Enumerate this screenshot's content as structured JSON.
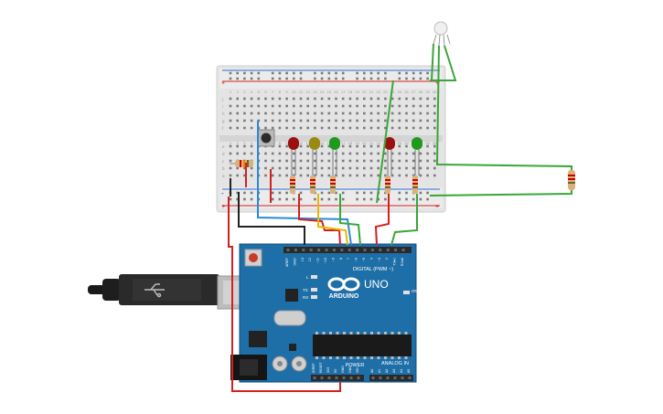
{
  "board": {
    "logo": "ARDUINO",
    "model": "UNO",
    "header_digital": "DIGITAL (PWM ~)",
    "header_power": "POWER",
    "header_analog": "ANALOG IN",
    "on_label": "ON",
    "l_label": "L",
    "tx_label": "TX",
    "rx_label": "RX",
    "digital_pins": [
      "AREF",
      "GND",
      "13",
      "12",
      "~11",
      "~10",
      "~9",
      "8",
      "7",
      "~6",
      "~5",
      "4",
      "~3",
      "2",
      "TX▸1",
      "RX◂0"
    ],
    "power_pins": [
      "IOREF",
      "RESET",
      "3V3",
      "5V",
      "GND",
      "GND",
      "VIN"
    ],
    "analog_pins": [
      "A0",
      "A1",
      "A2",
      "A3",
      "A4",
      "A5"
    ]
  },
  "breadboard": {
    "row_letters_top": [
      "j",
      "i",
      "h",
      "g",
      "f"
    ],
    "row_letters_bottom": [
      "e",
      "d",
      "c",
      "b",
      "a"
    ],
    "rail_plus": "+",
    "rail_minus": "-",
    "column_numbers": [
      "1",
      "2",
      "3",
      "4",
      "5",
      "6",
      "7",
      "8",
      "9",
      "10",
      "11",
      "12",
      "13",
      "14",
      "15",
      "16",
      "17",
      "18",
      "19",
      "20",
      "21",
      "22",
      "23",
      "24",
      "25",
      "26",
      "27",
      "28",
      "29",
      "30"
    ]
  },
  "leds": [
    {
      "color": "red"
    },
    {
      "color": "yellow"
    },
    {
      "color": "green"
    },
    {
      "color": "red"
    },
    {
      "color": "green"
    }
  ],
  "colors": {
    "board_blue": "#1e6fa8",
    "breadboard": "#e6e6e6",
    "wire_red": "#d42020",
    "wire_green": "#3aa63a",
    "wire_yellow": "#e8b800",
    "wire_blue": "#2a8ad6",
    "wire_black": "#222222"
  }
}
